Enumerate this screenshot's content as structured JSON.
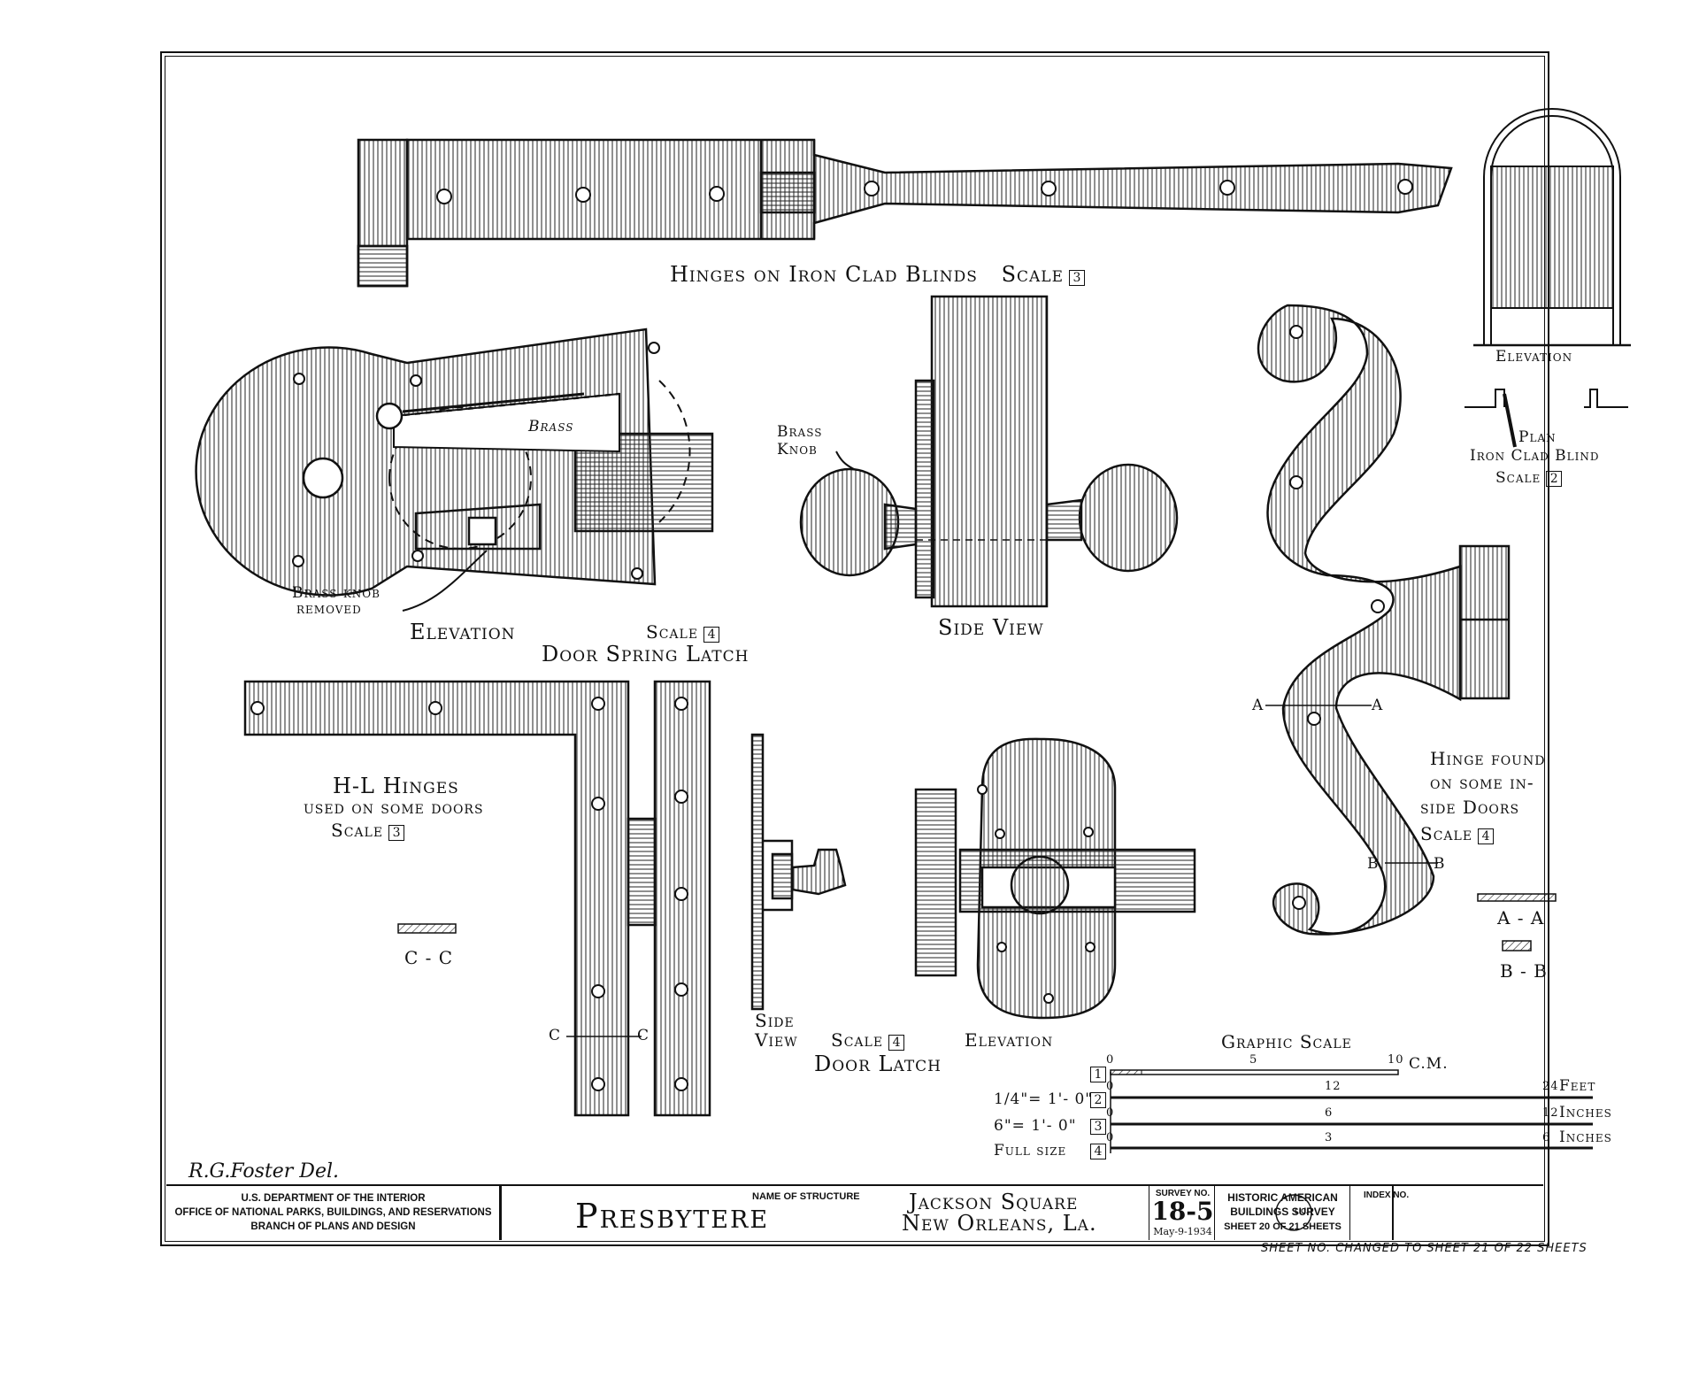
{
  "drawing": {
    "hinges_blinds_title": "Hinges on Iron Clad Blinds",
    "hinges_blinds_scale_label": "Scale",
    "hinges_blinds_scale": "3",
    "arch_elevation_label": "Elevation",
    "plan_label": "Plan",
    "iron_clad_blind_label": "Iron Clad Blind",
    "plan_scale_label": "Scale",
    "plan_scale": "2",
    "brass_label": "Brass",
    "brass_knob_label_1": "Brass",
    "brass_knob_label_2": "Knob",
    "brass_knob_removed_1": "Brass knob",
    "brass_knob_removed_2": "removed",
    "latch_elevation_label": "Elevation",
    "latch_scale_label": "Scale",
    "latch_scale": "4",
    "door_spring_latch_title": "Door Spring Latch",
    "side_view_label": "Side View",
    "hl_hinges_title": "H-L Hinges",
    "hl_hinges_subtitle": "used on some doors",
    "hl_scale_label": "Scale",
    "hl_scale": "3",
    "cc_section": "C - C",
    "c_left": "C",
    "c_right": "C",
    "side_label": "Side",
    "view_label": "View",
    "door_latch_scale_label": "Scale",
    "door_latch_scale": "4",
    "door_latch_title": "Door Latch",
    "door_latch_elevation": "Elevation",
    "s_hinge_title_1": "Hinge found",
    "s_hinge_title_2": "on some in-",
    "s_hinge_title_3": "side Doors",
    "s_hinge_scale_label": "Scale",
    "s_hinge_scale": "4",
    "a_left": "A",
    "a_right": "A",
    "b_left": "B",
    "b_right": "B",
    "aa_section": "A - A",
    "bb_section": "B - B",
    "graphic_scale_title": "Graphic Scale",
    "scales": [
      {
        "index": "1",
        "ratio": "",
        "start": "0",
        "mid": "5",
        "end": "10",
        "unit": "C.M."
      },
      {
        "index": "2",
        "ratio": "1/4\"= 1'- 0\"",
        "start": "0",
        "mid": "12",
        "end": "24",
        "unit": "Feet"
      },
      {
        "index": "3",
        "ratio": "6\"= 1'- 0\"",
        "start": "0",
        "mid": "6",
        "end": "12",
        "unit": "Inches"
      },
      {
        "index": "4",
        "ratio": "Full size",
        "start": "0",
        "mid": "3",
        "end": "6",
        "unit": "Inches"
      }
    ],
    "delineator": "R.G.Foster Del."
  },
  "title_block": {
    "dept_line_1": "U.S. DEPARTMENT OF THE INTERIOR",
    "dept_line_2": "OFFICE OF NATIONAL PARKS, BUILDINGS, AND RESERVATIONS",
    "dept_line_3": "BRANCH OF PLANS AND DESIGN",
    "structure_name": "Presbytere",
    "name_of_structure_label": "NAME OF STRUCTURE",
    "location_1": "Jackson Square",
    "location_2": "New Orleans, La.",
    "survey_no_label": "SURVEY NO.",
    "survey_no": "18-5",
    "survey_date": "May-9-1934",
    "habs_1": "HISTORIC AMERICAN",
    "habs_2": "BUILDINGS SURVEY",
    "sheet_text": "SHEET 20 OF 21 SHEETS",
    "index_no_label": "INDEX NO.",
    "seal_text": "L.C."
  },
  "footnote": "SHEET NO. CHANGED TO SHEET 21 OF 22 SHEETS"
}
